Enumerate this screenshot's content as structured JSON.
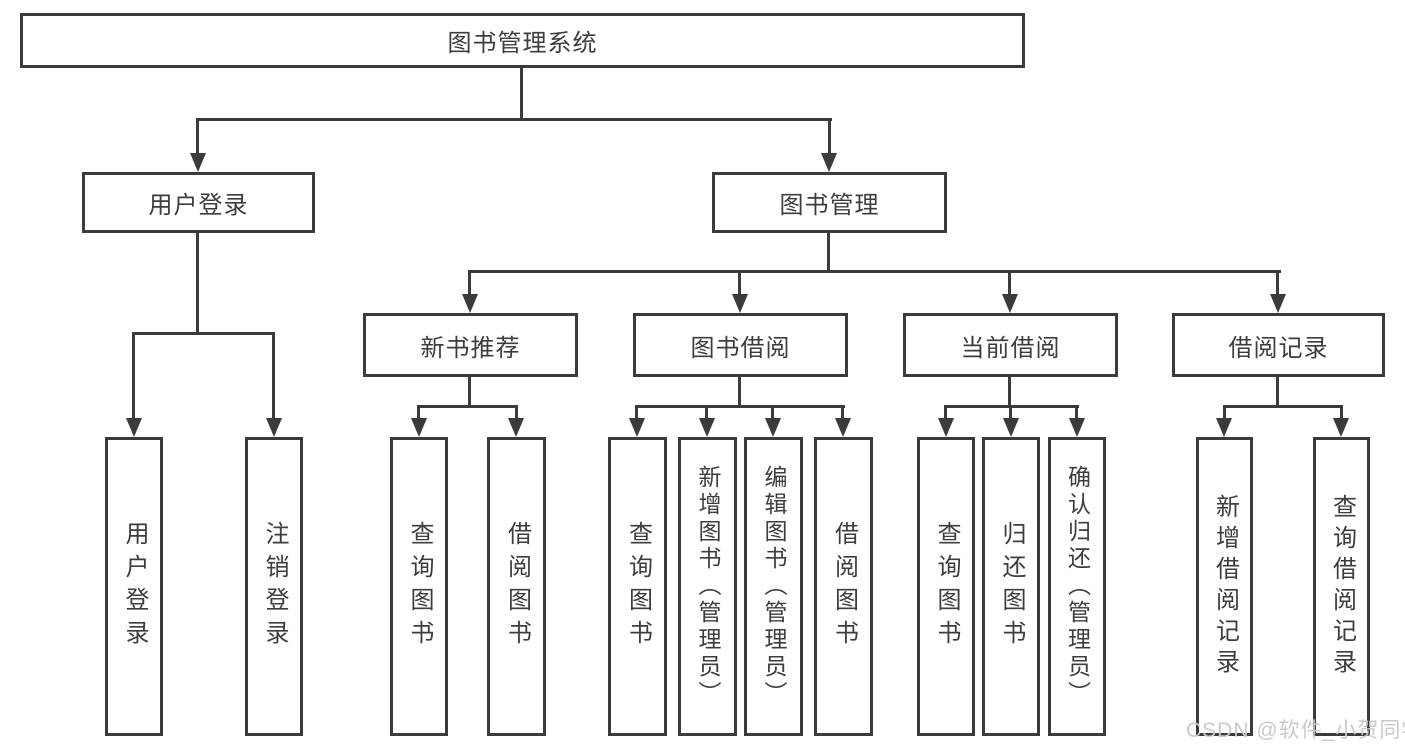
{
  "colors": {
    "line": "#3b3b3b",
    "box_border": "#3b3b3b",
    "box_background": "#ffffff",
    "text": "#3d3d3d",
    "watermark": "#c9cacc",
    "background": "#ffffff"
  },
  "watermark": {
    "text": "CSDN @软件_小贺同学"
  },
  "tree": {
    "root": {
      "label": "图书管理系统"
    },
    "branches": [
      {
        "label": "用户登录",
        "children": [
          {
            "label": "用户登录"
          },
          {
            "label": "注销登录"
          }
        ]
      },
      {
        "label": "图书管理",
        "children": [
          {
            "label": "新书推荐",
            "children": [
              {
                "label": "查询图书"
              },
              {
                "label": "借阅图书"
              }
            ]
          },
          {
            "label": "图书借阅",
            "children": [
              {
                "label": "查询图书"
              },
              {
                "label": "新增图书（管理员）"
              },
              {
                "label": "编辑图书（管理员）"
              },
              {
                "label": "借阅图书"
              }
            ]
          },
          {
            "label": "当前借阅",
            "children": [
              {
                "label": "查询图书"
              },
              {
                "label": "归还图书"
              },
              {
                "label": "确认归还（管理员）"
              }
            ]
          },
          {
            "label": "借阅记录",
            "children": [
              {
                "label": "新增借阅记录"
              },
              {
                "label": "查询借阅记录"
              }
            ]
          }
        ]
      }
    ]
  }
}
